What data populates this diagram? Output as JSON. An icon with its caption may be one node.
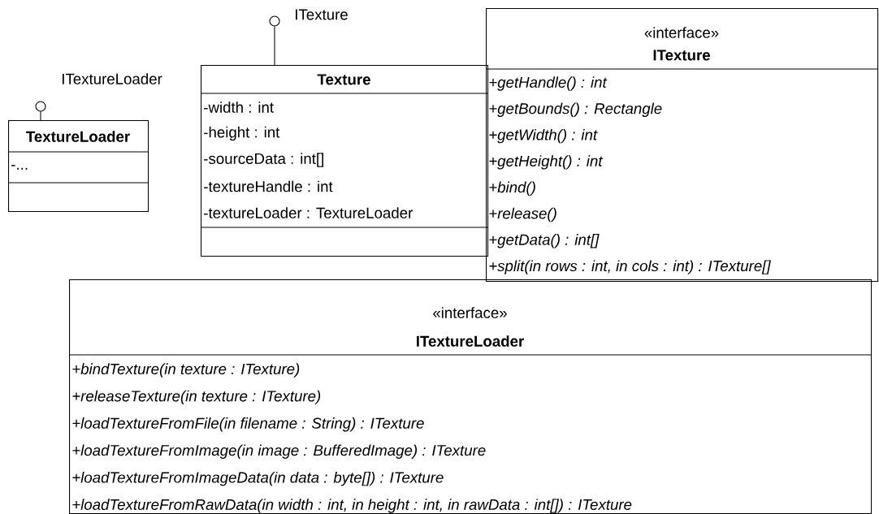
{
  "diagram": {
    "nodes": [
      {
        "text": [],
        "shape": "circle",
        "beside": [
          "ITextureLoader"
        ]
      },
      {
        "text": [
          "TextureLoader",
          "-..."
        ]
      },
      {
        "text": [],
        "shape": "circle",
        "beside": [
          "ITexture"
        ]
      },
      {
        "text": [
          "Texture",
          "-width : int",
          "-height : int",
          "-sourceData : int[]",
          "-textureHandle : int",
          "-textureLoader : TextureLoader"
        ]
      },
      {
        "text": [
          "«interface»",
          "ITexture",
          "+getHandle() : int",
          "+getBounds() : Rectangle",
          "+getWidth() : int",
          "+getHeight() : int",
          "+bind()",
          "+release()",
          "+getData() : int[]",
          "+split(in rows : int, in cols : int) : ITexture[]"
        ]
      },
      {
        "text": [
          "«interface»",
          "ITextureLoader",
          "+bindTexture(in texture : ITexture)",
          "+releaseTexture(in texture : ITexture)",
          "+loadTextureFromFile(in filename : String) : ITexture",
          "+loadTextureFromImage(in image : BufferedImage) : ITexture",
          "+loadTextureFromImageData(in data : byte[]) : ITexture",
          "+loadTextureFromRawData(in width : int, in height : int, in rawData : int[]) : ITexture"
        ]
      }
    ],
    "edges": [
      {
        "from": 1,
        "to": 0,
        "arrow": "none"
      },
      {
        "from": 3,
        "to": 2,
        "arrow": "none"
      }
    ]
  }
}
